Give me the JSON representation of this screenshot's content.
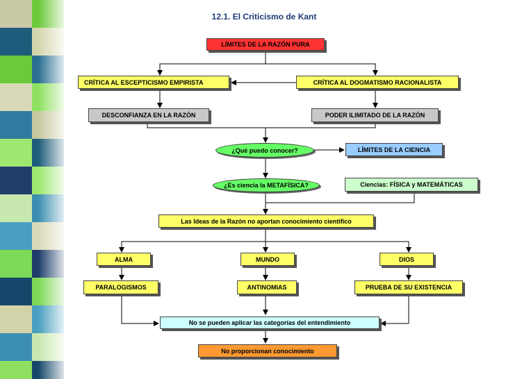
{
  "title": "12.1. El Criticismo de Kant",
  "nodes": {
    "limites_razon_pura": "LÍMITES DE LA RAZÓN PURA",
    "critica_escepticismo": "CRÍTICA AL ESCEPTICISMO EMPIRISTA",
    "critica_dogmatismo": "CRÍTICA AL DOGMATISMO RACIONALISTA",
    "desconfianza": "DESCONFIANZA EN LA RAZÓN",
    "poder_ilimitado": "PODER ILIMITADO DE LA RAZÓN",
    "que_puedo_conocer": "¿Qué puedo conocer?",
    "limites_ciencia": "LÍMITES DE LA CIENCIA",
    "es_ciencia_metafisica": "¿Es ciencia la METAFÍSICA?",
    "ciencias": "Ciencias: FÍSICA y MATEMÁTICAS",
    "ideas_razon": "Las Ideas de la Razón no aportan conocimiento científico",
    "alma": "ALMA",
    "mundo": "MUNDO",
    "dios": "DIOS",
    "paralogismos": "PARALOGISMOS",
    "antinomias": "ANTINOMIAS",
    "prueba_existencia": "PRUEBA DE SU EXISTENCIA",
    "no_categorias": "No se pueden aplicar las categorías del entendimiento",
    "no_conocimiento": "No proporcionan conocimiento"
  },
  "colors": {
    "red": "#ff3333",
    "yellow": "#ffff66",
    "grey": "#c8c8c8",
    "blue": "#99ccff",
    "light_green": "#ccffcc",
    "cyan": "#ccffff",
    "orange": "#ff9933",
    "green_ellipse": "#66ff66",
    "title": "#1f3a78"
  }
}
